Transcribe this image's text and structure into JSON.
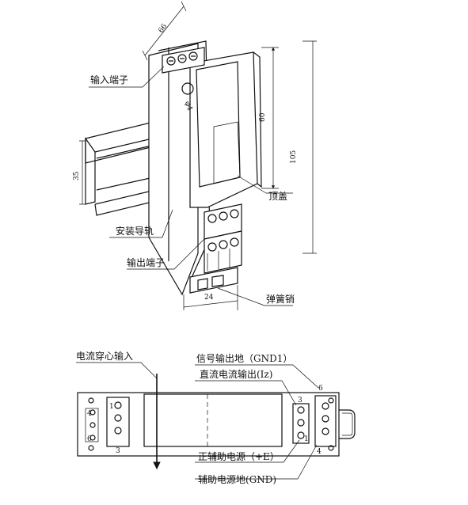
{
  "top_diagram": {
    "labels": {
      "input_terminal": "输入端子",
      "top_cover": "顶盖",
      "din_rail": "安装导轨",
      "output_terminal": "输出端子",
      "spring_pin": "弹簧销"
    },
    "dimensions": {
      "width_top": "66",
      "hole_diameter": "φ4",
      "cover_height": "60",
      "total_height": "105",
      "rail_height": "35",
      "base_width": "24"
    }
  },
  "bottom_diagram": {
    "labels": {
      "current_input": "电流穿心输入",
      "signal_gnd": "信号输出地（GND1）",
      "dc_output": "直流电流输出(Iz)",
      "pos_aux_power": "正辅助电源（+E）",
      "aux_power_gnd": "辅助电源地(GND)"
    },
    "pins": {
      "left_4": "4",
      "left_1": "1",
      "left_6": "6",
      "left_3": "3",
      "mid_3": "3",
      "mid_1": "1",
      "right_6": "6",
      "right_4": "4"
    }
  }
}
